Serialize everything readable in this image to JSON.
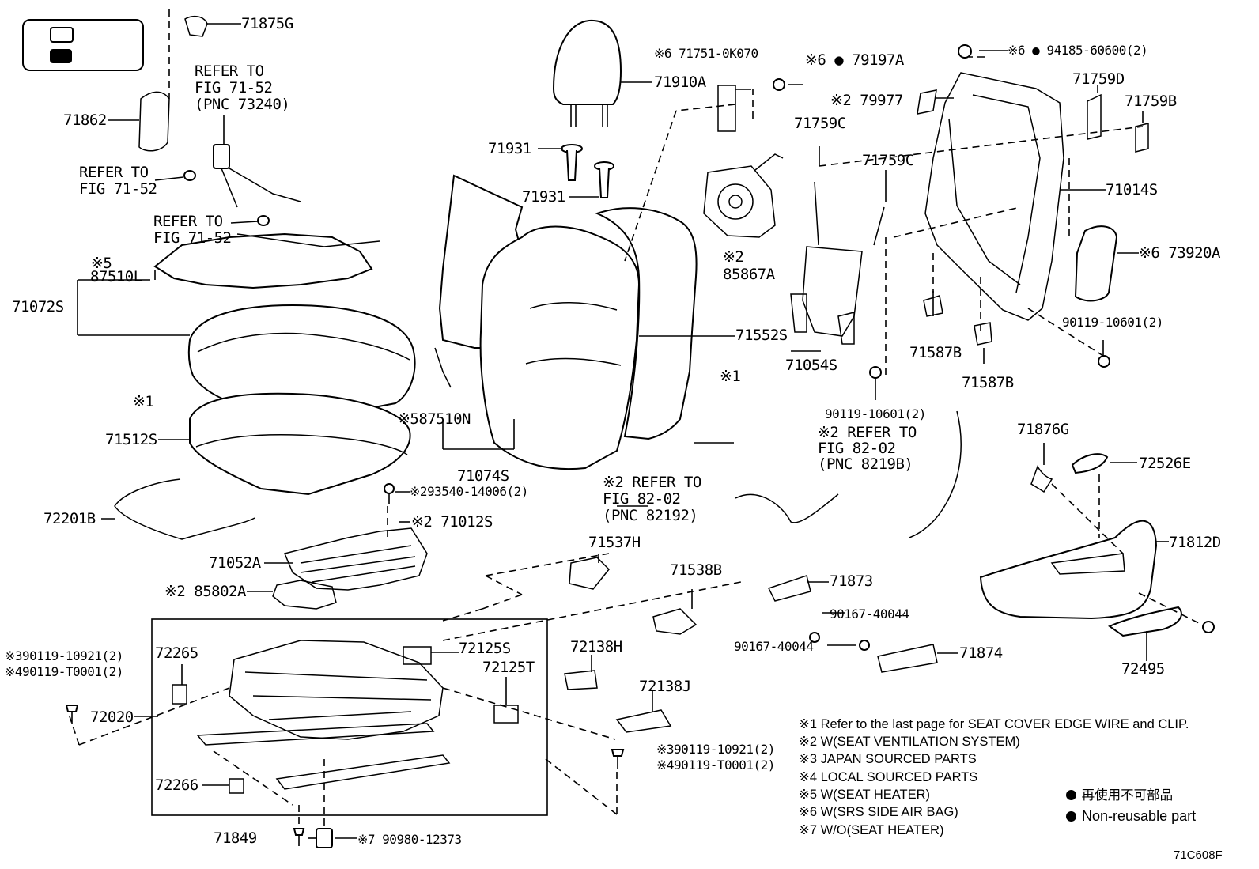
{
  "labels": {
    "p71875G": "71875G",
    "p71862": "71862",
    "refer_belt": "REFER TO\nFIG 71-52\n(PNC 73240)",
    "refer_71_52_a": "REFER TO\nFIG 71-52",
    "refer_71_52_b": "REFER TO\nFIG 71-52",
    "p87510L_mark": "※5",
    "p87510L": "87510L",
    "p71072S": "71072S",
    "mark_1_left": "※1",
    "p71512S": "71512S",
    "p72201B": "72201B",
    "p71910A": "71910A",
    "p71931a": "71931",
    "p71931b": "71931",
    "p87510N": "※587510N",
    "p71074S": "71074S",
    "p93540": "※293540-14006(2)",
    "p71012S": "※2 71012S",
    "p71052A": "71052A",
    "p85802A": "※2 85802A",
    "p71751": "※6 71751-0K070",
    "p79197A": "※6 ● 79197A",
    "p85867A": "※2\n85867A",
    "p71552S": "71552S",
    "mark_1_mid": "※1",
    "p79977": "※2 79977",
    "p71759C_a": "71759C",
    "p71759C_b": "71759C",
    "p71054S": "71054S",
    "p90119_mid": "90119-10601(2)",
    "refer_82_02_right": "※2 REFER TO\nFIG 82-02\n(PNC 8219B)",
    "refer_82_02_mid": "※2 REFER TO\nFIG 82-02\n(PNC 82192)",
    "p94185": "※6 ● 94185-60600(2)",
    "p71759D": "71759D",
    "p71759B": "71759B",
    "p71014S": "71014S",
    "p73920A": "※6 73920A",
    "p90119_right": "90119-10601(2)",
    "p71587B_a": "71587B",
    "p71587B_b": "71587B",
    "p71876G": "71876G",
    "p72526E": "72526E",
    "p71812D": "71812D",
    "p72495": "72495",
    "p71537H": "71537H",
    "p71538B": "71538B",
    "p71873": "71873",
    "p90167_a": "90167-40044",
    "p90167_b": "90167-40044",
    "p71874": "71874",
    "p72138H": "72138H",
    "p72138J": "72138J",
    "p90119_10921_a": "※390119-10921(2)",
    "p90119_T0001_a": "※490119-T0001(2)",
    "p90119_10921_b": "※390119-10921(2)",
    "p90119_T0001_b": "※490119-T0001(2)",
    "p72265": "72265",
    "p72020": "72020",
    "p72125S": "72125S",
    "p72125T": "72125T",
    "p72266": "72266",
    "p71849": "71849",
    "p90980": "※7 90980-12373",
    "fig_code": "71C608F"
  },
  "notes": [
    {
      "mark": "※1",
      "text": "Refer to the last page for SEAT COVER EDGE WIRE and CLIP."
    },
    {
      "mark": "※2",
      "text": "W(SEAT VENTILATION SYSTEM)"
    },
    {
      "mark": "※3",
      "text": "JAPAN SOURCED PARTS"
    },
    {
      "mark": "※4",
      "text": "LOCAL SOURCED PARTS"
    },
    {
      "mark": "※5",
      "text": "W(SEAT HEATER)"
    },
    {
      "mark": "※6",
      "text": "W(SRS SIDE AIR BAG)"
    },
    {
      "mark": "※7",
      "text": "W/O(SEAT HEATER)"
    }
  ],
  "legend": {
    "jp": "再使用不可部品",
    "en": "Non-reusable part"
  }
}
